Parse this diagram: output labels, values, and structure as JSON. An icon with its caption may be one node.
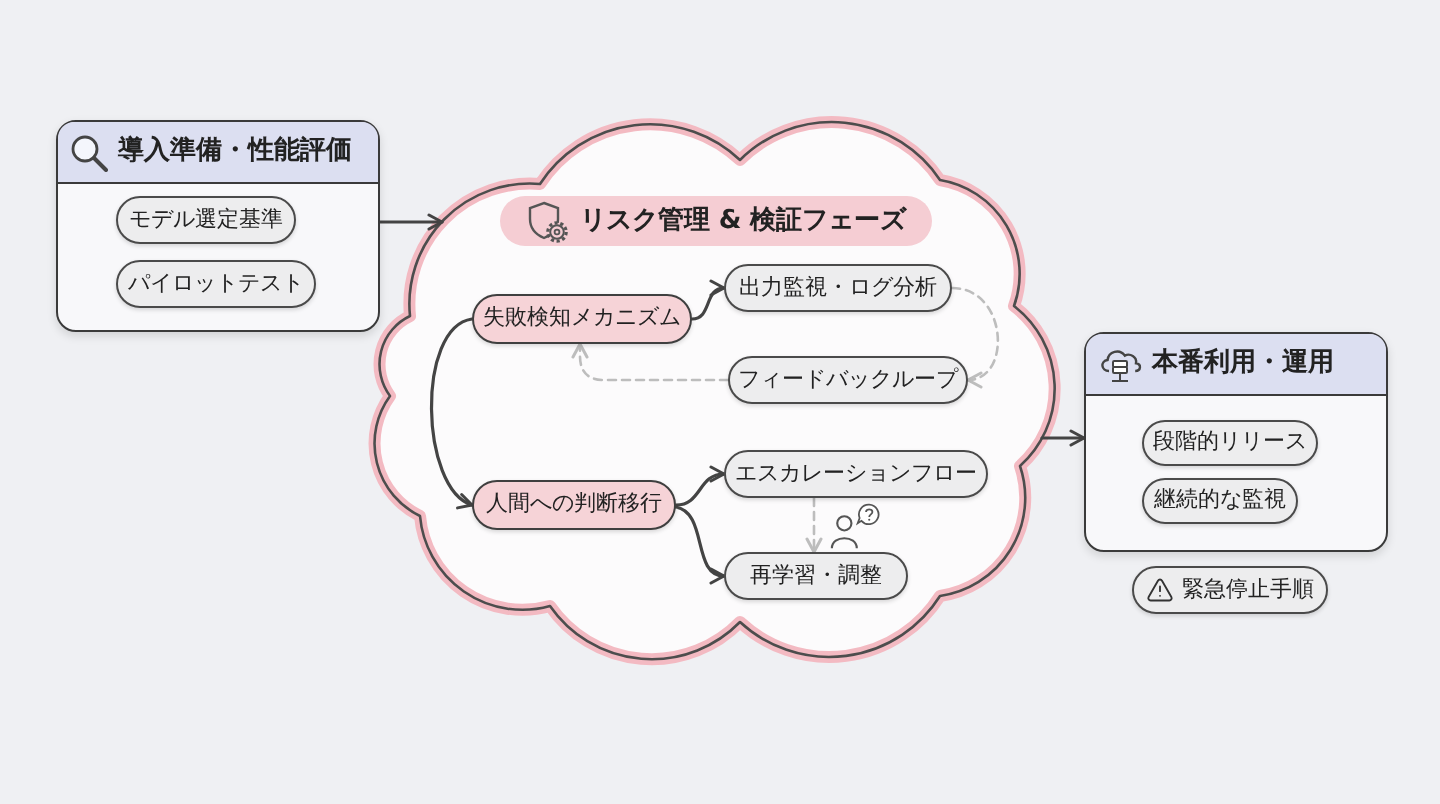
{
  "diagram": {
    "nodes": [
      {
        "text": [
          "導入準備・性能評価"
        ]
      },
      {
        "text": [
          "モデル選定基準"
        ],
        "in": 0
      },
      {
        "text": [
          "パイロットテスト"
        ],
        "in": 0
      },
      {
        "text": [
          "リスク管理 & 検証フェーズ"
        ]
      },
      {
        "text": [
          "失敗検知メカニズム"
        ],
        "in": 3
      },
      {
        "text": [
          "出力監視・ログ分析"
        ],
        "in": 3
      },
      {
        "text": [
          "フィードバックループ"
        ],
        "in": 3
      },
      {
        "text": [
          "人間への判断移行"
        ],
        "in": 3
      },
      {
        "text": [
          "エスカレーションフロー"
        ],
        "in": 3
      },
      {
        "text": [
          "再学習・調整"
        ],
        "in": 3
      },
      {
        "text": [
          "本番利用・運用"
        ]
      },
      {
        "text": [
          "段階的リリース"
        ],
        "in": 10
      },
      {
        "text": [
          "継続的な監視"
        ],
        "in": 10
      },
      {
        "text": [
          "緊急停止手順"
        ]
      }
    ],
    "edges": [
      {
        "from": 0,
        "to": 3,
        "arrow": "to"
      },
      {
        "from": 3,
        "to": 10,
        "arrow": "to"
      },
      {
        "from": 4,
        "to": 5,
        "arrow": "to"
      },
      {
        "from": 4,
        "to": 7,
        "arrow": "to"
      },
      {
        "from": 5,
        "to": 6,
        "arrow": "to",
        "style": "dashed",
        "color": "#bdbdbd"
      },
      {
        "from": 6,
        "to": 4,
        "arrow": "to",
        "style": "dashed",
        "color": "#bdbdbd"
      },
      {
        "from": 7,
        "to": 8,
        "arrow": "to"
      },
      {
        "from": 7,
        "to": 9,
        "arrow": "to"
      },
      {
        "from": 8,
        "to": 9,
        "arrow": "to",
        "style": "dashed",
        "color": "#bdbdbd"
      }
    ]
  }
}
